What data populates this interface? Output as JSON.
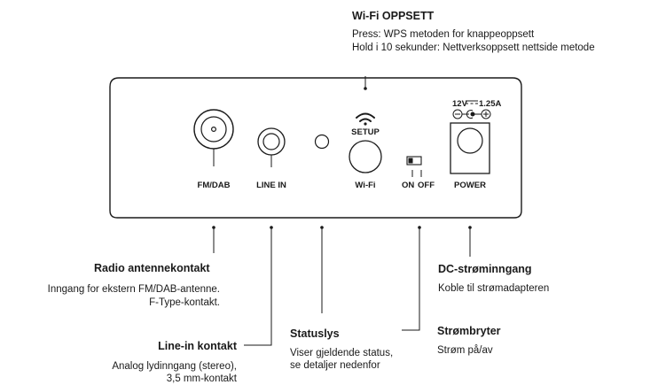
{
  "wifi_setup": {
    "title": "Wi-Fi OPPSETT",
    "line1": "Press: WPS metoden for knappeoppsett",
    "line2": "Hold i 10 sekunder: Nettverksoppsett nettside metode"
  },
  "panel": {
    "fm_dab_label": "FM/DAB",
    "line_in_label": "LINE IN",
    "setup_label": "SETUP",
    "wifi_label": "Wi-Fi",
    "on_label": "ON",
    "off_label": "OFF",
    "power_label": "POWER",
    "power_rating": "12V ⎓ 1.25A",
    "power_rating_parts": {
      "voltage": "12V",
      "current": "1.25A"
    }
  },
  "callouts": {
    "antenna": {
      "title": "Radio antennekontakt",
      "line1": "Inngang for ekstern FM/DAB-antenne.",
      "line2": "F-Type-kontakt."
    },
    "line_in": {
      "title": "Line-in kontakt",
      "line1": "Analog lydinngang (stereo),",
      "line2": "3,5 mm-kontakt"
    },
    "status": {
      "title": "Statuslys",
      "line1": "Viser gjeldende status,",
      "line2": "se detaljer nedenfor"
    },
    "switch": {
      "title": "Strømbryter",
      "line1": "Strøm på/av"
    },
    "dc": {
      "title": "DC-strøminngang",
      "line1": "Koble til strømadapteren"
    }
  }
}
